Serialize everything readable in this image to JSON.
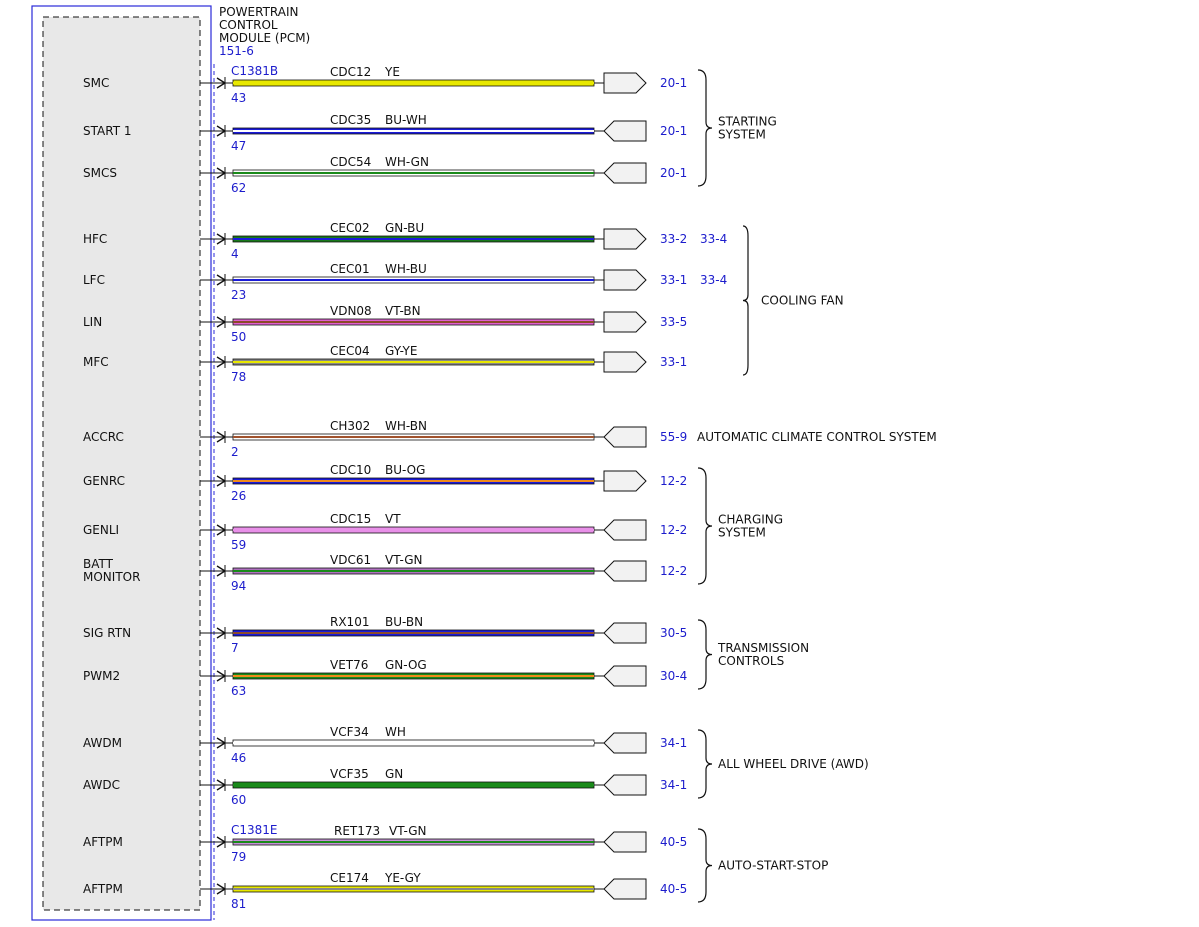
{
  "module": {
    "title_lines": [
      "POWERTRAIN",
      "CONTROL",
      "MODULE (PCM)"
    ],
    "ref": "151-6"
  },
  "colors": {
    "outline_blue": "#2a2ad8",
    "ref_blue": "#1c1ccc",
    "module_fill": "#e8e8e8",
    "line": "#111111"
  },
  "circuits": [
    {
      "id": "smc",
      "pin_label": [
        "SMC"
      ],
      "connector": "C1381B",
      "pin": "43",
      "circuit": "CDC12",
      "wire_color": "YE",
      "colors": [
        "#e8e800",
        "#e8e800"
      ],
      "arrow": "out",
      "page_ref": "20-1",
      "page_ref2": ""
    },
    {
      "id": "start1",
      "pin_label": [
        "START 1"
      ],
      "connector": "",
      "pin": "47",
      "circuit": "CDC35",
      "wire_color": "BU-WH",
      "colors": [
        "#1a1ad8",
        "#ffffff"
      ],
      "arrow": "in",
      "page_ref": "20-1",
      "page_ref2": ""
    },
    {
      "id": "smcs",
      "pin_label": [
        "SMCS"
      ],
      "connector": "",
      "pin": "62",
      "circuit": "CDC54",
      "wire_color": "WH-GN",
      "colors": [
        "#ffffff",
        "#1a8a1a"
      ],
      "arrow": "in",
      "page_ref": "20-1",
      "page_ref2": ""
    },
    {
      "id": "hfc",
      "pin_label": [
        "HFC"
      ],
      "connector": "",
      "pin": "4",
      "circuit": "CEC02",
      "wire_color": "GN-BU",
      "colors": [
        "#1a7a1a",
        "#1a1ad8"
      ],
      "arrow": "out",
      "page_ref": "33-2",
      "page_ref2": "33-4"
    },
    {
      "id": "lfc",
      "pin_label": [
        "LFC"
      ],
      "connector": "",
      "pin": "23",
      "circuit": "CEC01",
      "wire_color": "WH-BU",
      "colors": [
        "#ffffff",
        "#1a1ad8"
      ],
      "arrow": "out",
      "page_ref": "33-1",
      "page_ref2": "33-4"
    },
    {
      "id": "lin",
      "pin_label": [
        "LIN"
      ],
      "connector": "",
      "pin": "50",
      "circuit": "VDN08",
      "wire_color": "VT-BN",
      "colors": [
        "#e060d0",
        "#8b4a2a"
      ],
      "arrow": "out",
      "page_ref": "33-5",
      "page_ref2": ""
    },
    {
      "id": "mfc",
      "pin_label": [
        "MFC"
      ],
      "connector": "",
      "pin": "78",
      "circuit": "CEC04",
      "wire_color": "GY-YE",
      "colors": [
        "#888888",
        "#e8e800"
      ],
      "arrow": "out",
      "page_ref": "33-1",
      "page_ref2": ""
    },
    {
      "id": "accrc",
      "pin_label": [
        "ACCRC"
      ],
      "connector": "",
      "pin": "2",
      "circuit": "CH302",
      "wire_color": "WH-BN",
      "colors": [
        "#ffffff",
        "#a0522d"
      ],
      "arrow": "in",
      "page_ref": "55-9",
      "page_ref2": ""
    },
    {
      "id": "genrc",
      "pin_label": [
        "GENRC"
      ],
      "connector": "",
      "pin": "26",
      "circuit": "CDC10",
      "wire_color": "BU-OG",
      "colors": [
        "#1a1ad8",
        "#f08a1a"
      ],
      "arrow": "out",
      "page_ref": "12-2",
      "page_ref2": ""
    },
    {
      "id": "genli",
      "pin_label": [
        "GENLI"
      ],
      "connector": "",
      "pin": "59",
      "circuit": "CDC15",
      "wire_color": "VT",
      "colors": [
        "#e890e8",
        "#e890e8"
      ],
      "arrow": "in",
      "page_ref": "12-2",
      "page_ref2": ""
    },
    {
      "id": "batt",
      "pin_label": [
        "BATT",
        "MONITOR"
      ],
      "connector": "",
      "pin": "94",
      "circuit": "VDC61",
      "wire_color": "VT-GN",
      "colors": [
        "#b070c0",
        "#1a8a1a"
      ],
      "arrow": "in",
      "page_ref": "12-2",
      "page_ref2": ""
    },
    {
      "id": "sigrtn",
      "pin_label": [
        "SIG RTN"
      ],
      "connector": "",
      "pin": "7",
      "circuit": "RX101",
      "wire_color": "BU-BN",
      "colors": [
        "#1a1ad8",
        "#8b4a2a"
      ],
      "arrow": "in",
      "page_ref": "30-5",
      "page_ref2": ""
    },
    {
      "id": "pwm2",
      "pin_label": [
        "PWM2"
      ],
      "connector": "",
      "pin": "63",
      "circuit": "VET76",
      "wire_color": "GN-OG",
      "colors": [
        "#1a8a1a",
        "#f08a1a"
      ],
      "arrow": "in",
      "page_ref": "30-4",
      "page_ref2": ""
    },
    {
      "id": "awdm",
      "pin_label": [
        "AWDM"
      ],
      "connector": "",
      "pin": "46",
      "circuit": "VCF34",
      "wire_color": "WH",
      "colors": [
        "#ffffff",
        "#ffffff"
      ],
      "arrow": "in",
      "page_ref": "34-1",
      "page_ref2": ""
    },
    {
      "id": "awdc",
      "pin_label": [
        "AWDC"
      ],
      "connector": "",
      "pin": "60",
      "circuit": "VCF35",
      "wire_color": "GN",
      "colors": [
        "#1a8a1a",
        "#1a8a1a"
      ],
      "arrow": "in",
      "page_ref": "34-1",
      "page_ref2": ""
    },
    {
      "id": "aftpm1",
      "pin_label": [
        "AFTPM"
      ],
      "connector": "C1381E",
      "pin": "79",
      "circuit": "RET173",
      "wire_color": "VT-GN",
      "colors": [
        "#c890d8",
        "#1a8a1a"
      ],
      "arrow": "in",
      "page_ref": "40-5",
      "page_ref2": ""
    },
    {
      "id": "aftpm2",
      "pin_label": [
        "AFTPM"
      ],
      "connector": "",
      "pin": "81",
      "circuit": "CE174",
      "wire_color": "YE-GY",
      "colors": [
        "#e8e800",
        "#888888"
      ],
      "arrow": "in",
      "page_ref": "40-5",
      "page_ref2": ""
    }
  ],
  "groups": [
    {
      "label": [
        "STARTING",
        "SYSTEM"
      ],
      "from": 0,
      "to": 2,
      "style": "brace-right"
    },
    {
      "label": [
        "COOLING FAN"
      ],
      "from": 3,
      "to": 6,
      "style": "brace-left"
    },
    {
      "label": [
        "AUTOMATIC CLIMATE CONTROL SYSTEM"
      ],
      "from": 7,
      "to": 7,
      "style": "none"
    },
    {
      "label": [
        "CHARGING",
        "SYSTEM"
      ],
      "from": 8,
      "to": 10,
      "style": "brace-right"
    },
    {
      "label": [
        "TRANSMISSION",
        "CONTROLS"
      ],
      "from": 11,
      "to": 12,
      "style": "brace-right"
    },
    {
      "label": [
        "ALL WHEEL DRIVE (AWD)"
      ],
      "from": 13,
      "to": 14,
      "style": "brace-right"
    },
    {
      "label": [
        "AUTO-START-STOP"
      ],
      "from": 15,
      "to": 16,
      "style": "brace-right"
    }
  ]
}
